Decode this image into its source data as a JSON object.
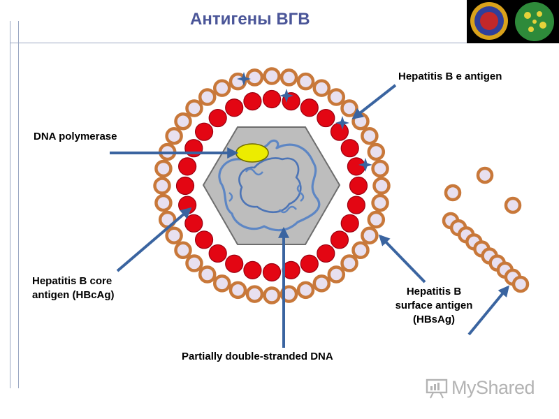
{
  "slide": {
    "title": "Антигены ВГВ"
  },
  "labels": {
    "e_antigen": "Hepatitis B e antigen",
    "dna_polymerase": "DNA polymerase",
    "core_antigen_line1": "Hepatitis B core",
    "core_antigen_line2": "antigen (HBcAg)",
    "surface_antigen_line1": "Hepatitis B",
    "surface_antigen_line2": "surface antigen",
    "surface_antigen_line3": "(HBsAg)",
    "dna": "Partially double-stranded DNA"
  },
  "watermark": {
    "text": "MyShared"
  },
  "colors": {
    "title": "#4a5598",
    "surface_ring": "#c8783a",
    "core_ring": "#e30613",
    "capsid": "#bdbdbd",
    "dna_strand": "#5d86c4",
    "polymerase": "#ecec00",
    "arrow": "#3a64a0"
  }
}
